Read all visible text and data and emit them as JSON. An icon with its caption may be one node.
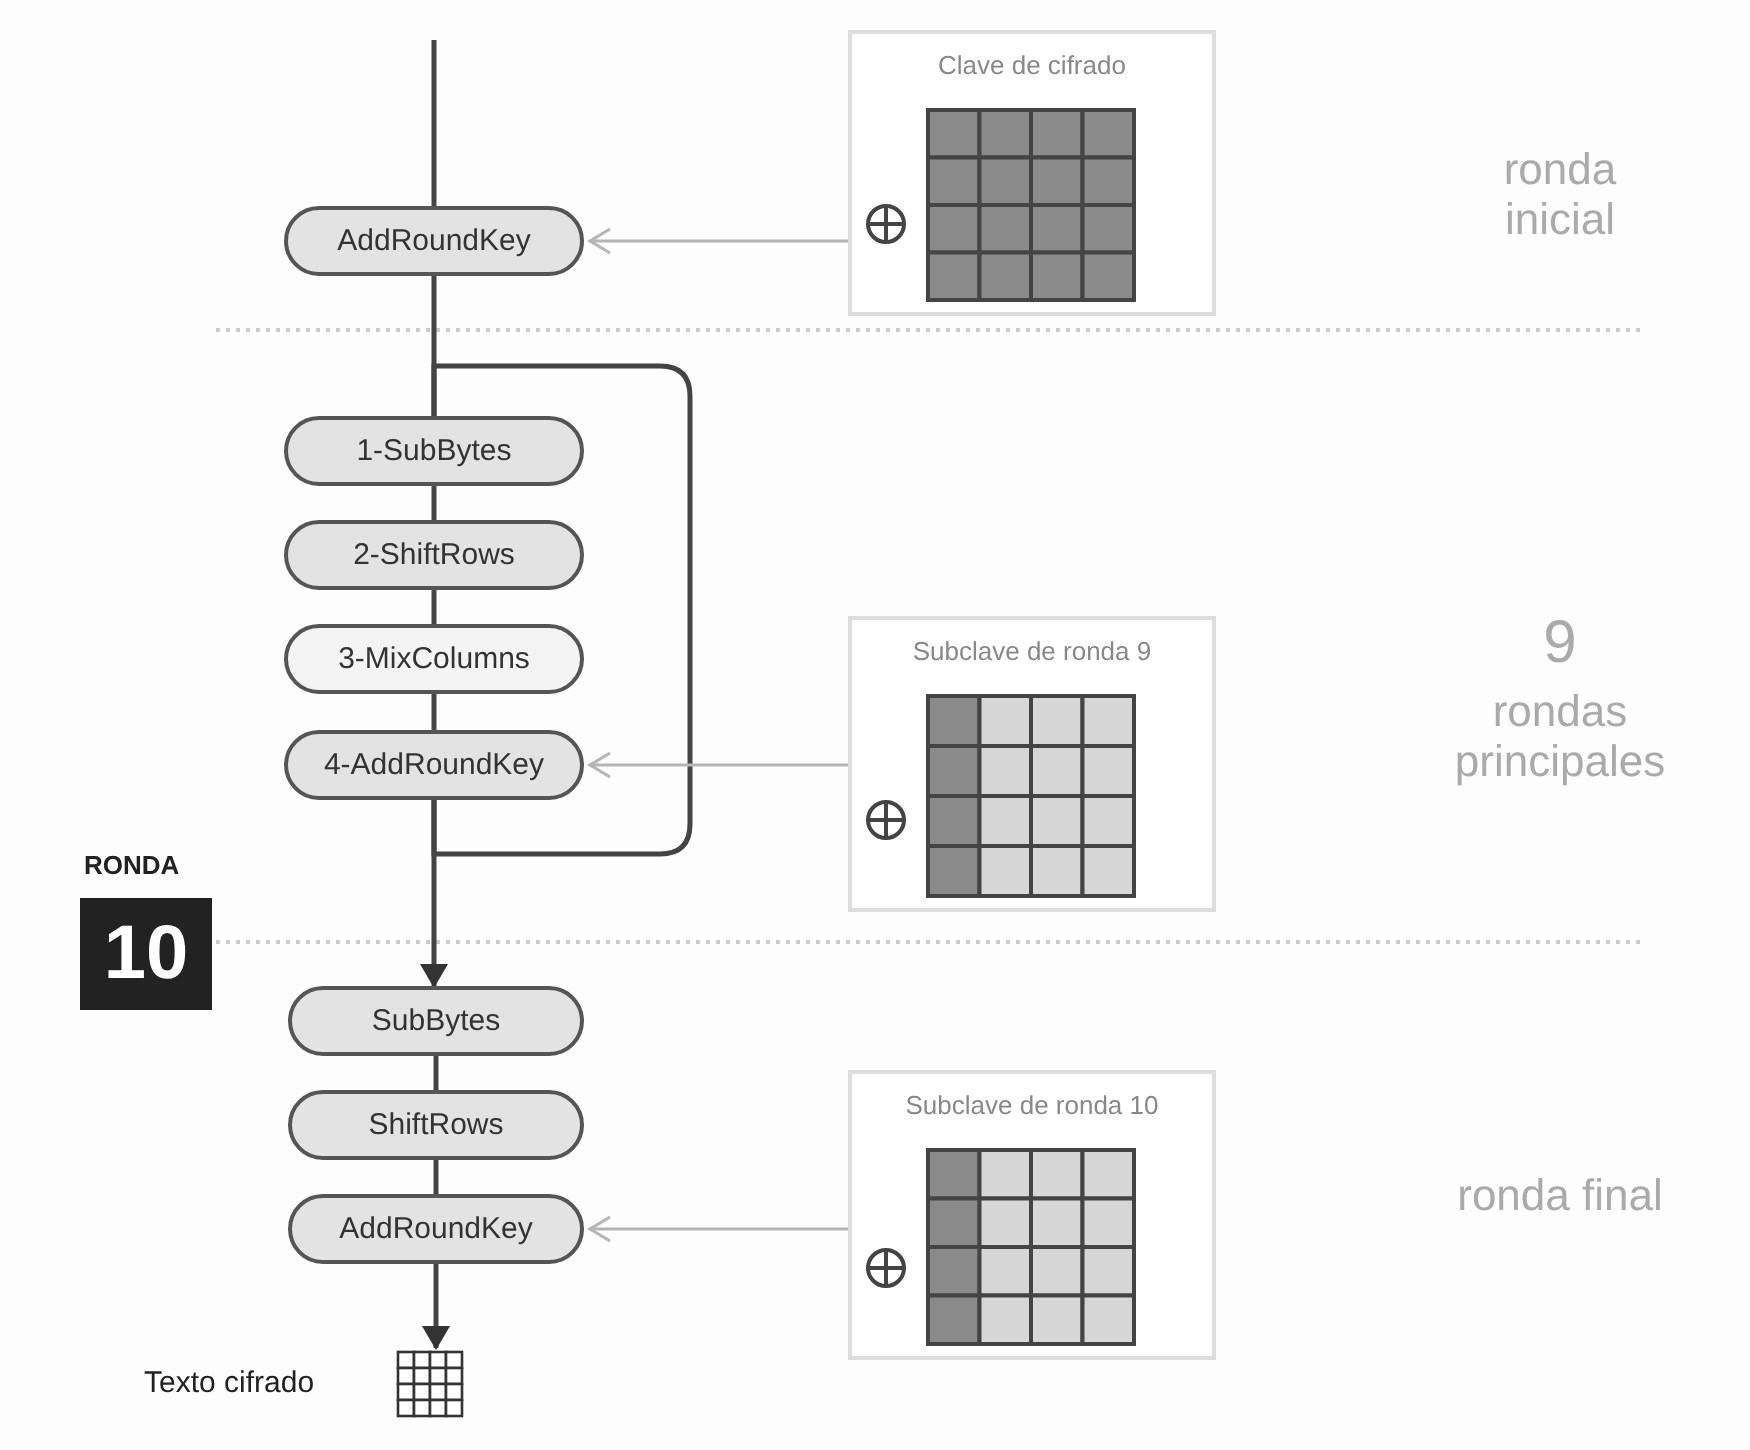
{
  "diagram": {
    "nodes": [
      {
        "text": [
          "AddRoundKey"
        ]
      },
      {
        "text": [
          "Clave de cifrado"
        ]
      },
      {
        "text": [
          "1-SubBytes"
        ]
      },
      {
        "text": [
          "2-ShiftRows"
        ]
      },
      {
        "text": [
          "3-MixColumns"
        ]
      },
      {
        "text": [
          "4-AddRoundKey"
        ]
      },
      {
        "text": [
          "Subclave de ronda 9"
        ]
      },
      {
        "text": [
          "RONDA",
          "10"
        ]
      },
      {
        "text": [
          "SubBytes"
        ]
      },
      {
        "text": [
          "ShiftRows"
        ]
      },
      {
        "text": [
          "AddRoundKey"
        ]
      },
      {
        "text": [
          "Subclave de ronda 10"
        ]
      },
      {
        "text": [
          "Texto cifrado"
        ]
      }
    ],
    "edges": [
      {
        "from": null,
        "to": 0,
        "arrow": "none"
      },
      {
        "from": 1,
        "to": 0,
        "arrow": "to",
        "color": "#b5b5b5"
      },
      {
        "from": 0,
        "to": 2,
        "arrow": "none"
      },
      {
        "from": 2,
        "to": 3,
        "arrow": "none"
      },
      {
        "from": 3,
        "to": 4,
        "arrow": "none"
      },
      {
        "from": 4,
        "to": 5,
        "arrow": "none"
      },
      {
        "from": 5,
        "to": 2,
        "arrow": "none"
      },
      {
        "from": 6,
        "to": 5,
        "arrow": "to",
        "color": "#b5b5b5"
      },
      {
        "from": 5,
        "to": 8,
        "arrow": "to"
      },
      {
        "from": 8,
        "to": 9,
        "arrow": "none"
      },
      {
        "from": 9,
        "to": 10,
        "arrow": "none"
      },
      {
        "from": 11,
        "to": 10,
        "arrow": "to",
        "color": "#b5b5b5"
      },
      {
        "from": 10,
        "to": 12,
        "arrow": "to"
      }
    ],
    "labels": [
      "ronda inicial",
      "9",
      "rondas principales",
      "ronda final"
    ]
  }
}
